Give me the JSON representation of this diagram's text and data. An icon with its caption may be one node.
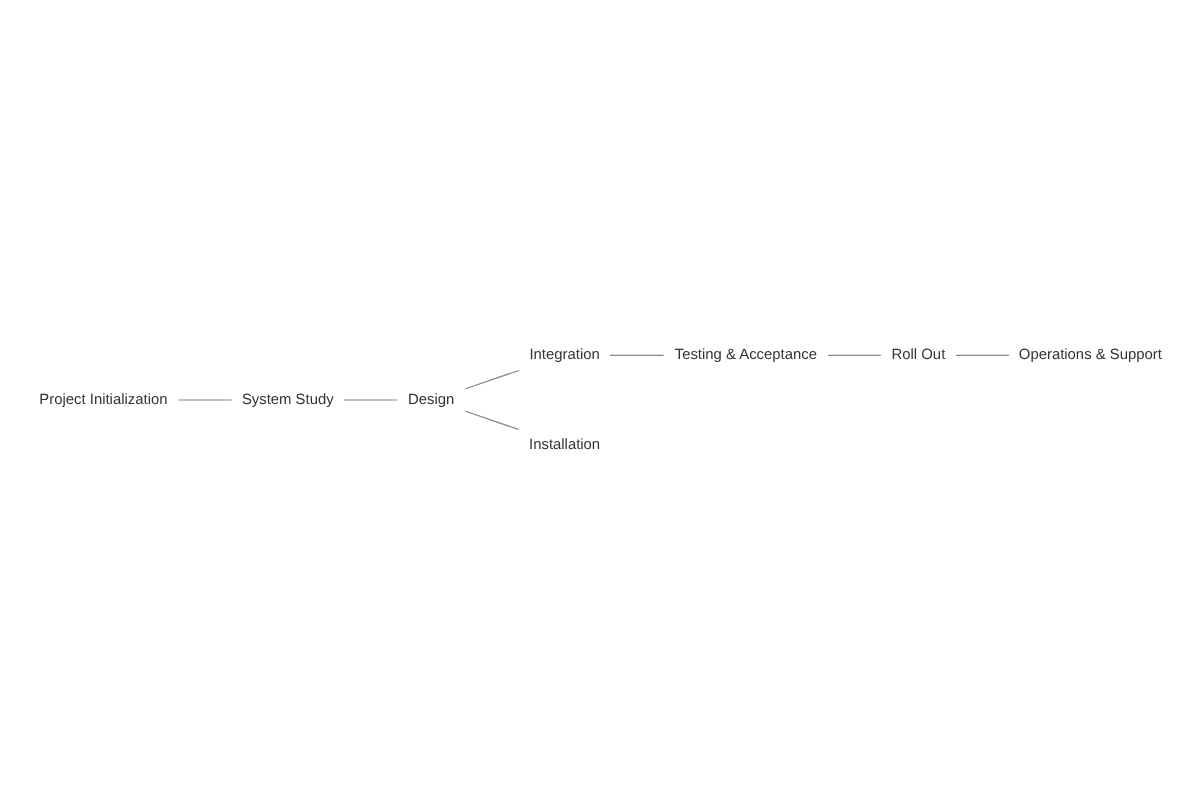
{
  "diagram": {
    "nodes": [
      {
        "text": [
          "Project Initialization"
        ]
      },
      {
        "text": [
          "System Study"
        ]
      },
      {
        "text": [
          "Design"
        ]
      },
      {
        "text": [
          "Integration"
        ]
      },
      {
        "text": [
          "Installation"
        ]
      },
      {
        "text": [
          "Testing & Acceptance"
        ]
      },
      {
        "text": [
          "Roll Out"
        ]
      },
      {
        "text": [
          "Operations & Support"
        ]
      }
    ],
    "edges": [
      {
        "from": 0,
        "to": 1,
        "arrow": "none"
      },
      {
        "from": 1,
        "to": 2,
        "arrow": "none"
      },
      {
        "from": 2,
        "to": 3,
        "arrow": "none"
      },
      {
        "from": 2,
        "to": 4,
        "arrow": "none"
      },
      {
        "from": 3,
        "to": 5,
        "arrow": "none"
      },
      {
        "from": 5,
        "to": 6,
        "arrow": "none"
      },
      {
        "from": 6,
        "to": 7,
        "arrow": "none"
      }
    ]
  }
}
